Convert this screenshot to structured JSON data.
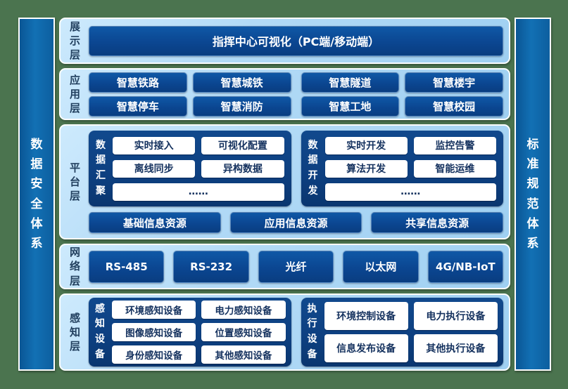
{
  "sidebars": {
    "left": "数据安全体系",
    "right": "标准规范体系"
  },
  "layers": {
    "display": {
      "label": "展示层",
      "title_box": "指挥中心可视化（PC端/移动端）"
    },
    "application": {
      "label": "应用层",
      "items": [
        "智慧铁路",
        "智慧城铁",
        "智慧隧道",
        "智慧楼宇",
        "智慧停车",
        "智慧消防",
        "智慧工地",
        "智慧校园"
      ]
    },
    "platform": {
      "label": "平台层",
      "groups": [
        {
          "name": "数据汇聚",
          "items": [
            "实时接入",
            "可视化配置",
            "离线同步",
            "异构数据"
          ],
          "more": "……"
        },
        {
          "name": "数据开发",
          "items": [
            "实时开发",
            "监控告警",
            "算法开发",
            "智能运维"
          ],
          "more": "……"
        }
      ],
      "resources": [
        "基础信息资源",
        "应用信息资源",
        "共享信息资源"
      ]
    },
    "network": {
      "label": "网络层",
      "items": [
        "RS-485",
        "RS-232",
        "光纤",
        "以太网",
        "4G/NB-IoT"
      ]
    },
    "perception": {
      "label": "感知层",
      "groups": [
        {
          "name": "感知设备",
          "items": [
            "环境感知设备",
            "电力感知设备",
            "图像感知设备",
            "位置感知设备",
            "身份感知设备",
            "其他感知设备"
          ]
        },
        {
          "name": "执行设备",
          "items": [
            "环境控制设备",
            "电力执行设备",
            "信息发布设备",
            "其他执行设备"
          ]
        }
      ]
    }
  },
  "colors": {
    "background_green": "#4b744f",
    "panel_light_blue": "#b2daf6",
    "box_dark_blue": "#0b4691",
    "sub_panel_navy": "#0d3f80",
    "sidebar_blue": "#1270b4",
    "white_box_text": "#14315e",
    "layer_label_text": "#22405f"
  }
}
